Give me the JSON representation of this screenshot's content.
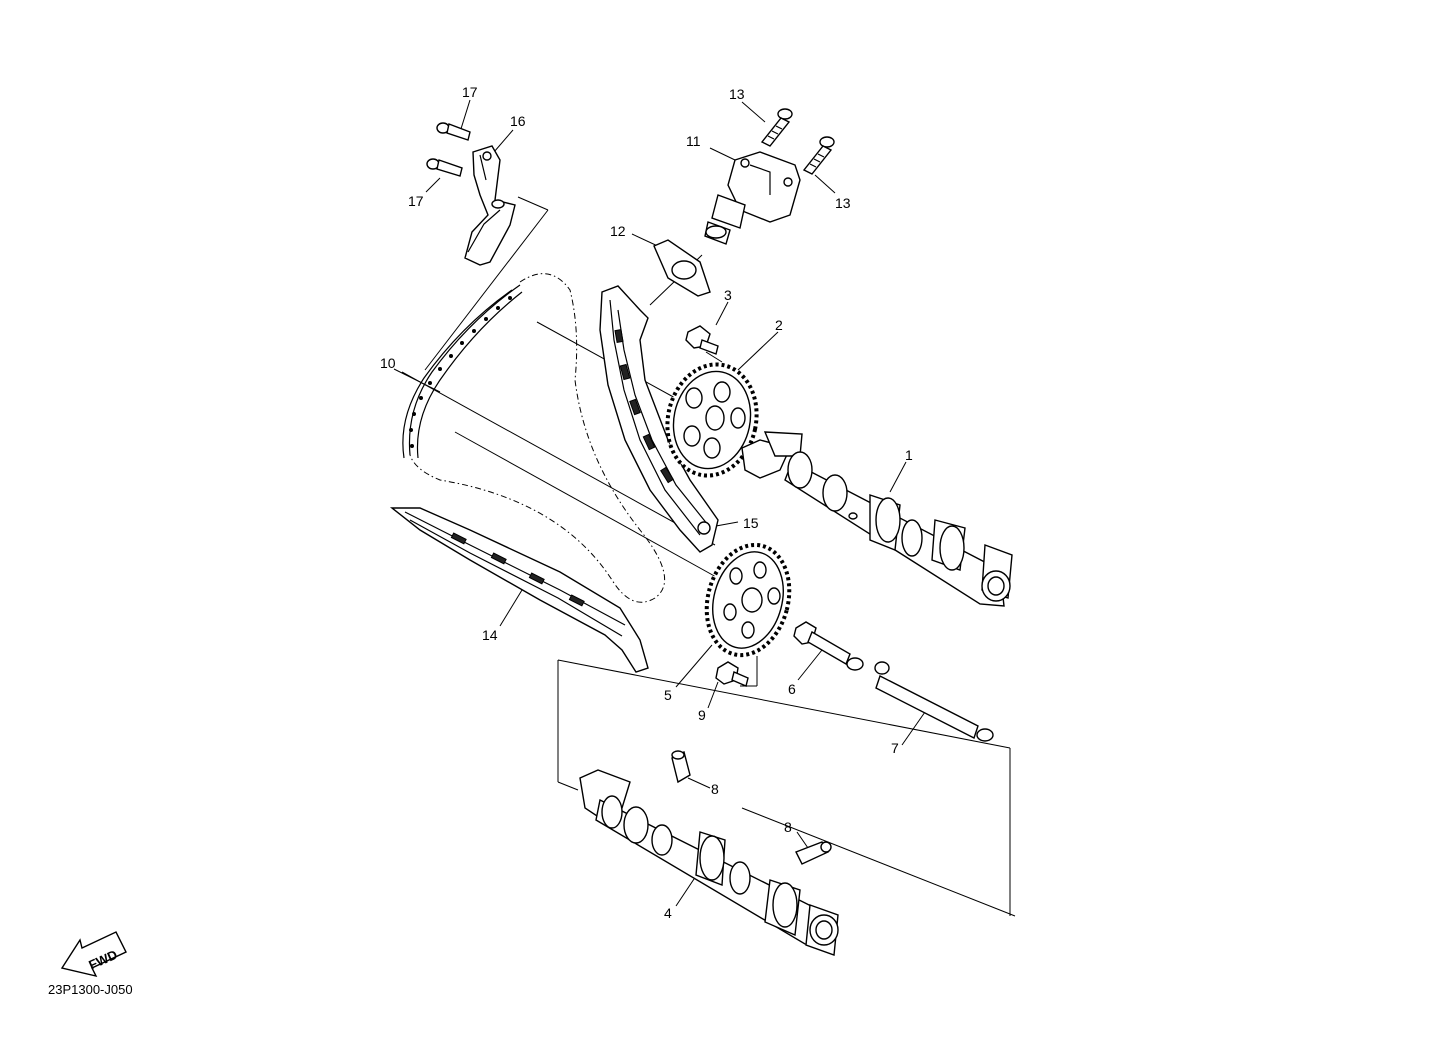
{
  "callouts": {
    "p1": "1",
    "p2": "2",
    "p3": "3",
    "p4": "4",
    "p5": "5",
    "p6": "6",
    "p7": "7",
    "p8a": "8",
    "p8b": "8",
    "p9": "9",
    "p10": "10",
    "p11": "11",
    "p12": "12",
    "p13a": "13",
    "p13b": "13",
    "p14": "14",
    "p15": "15",
    "p16": "16",
    "p17a": "17",
    "p17b": "17"
  },
  "fwd_label": "FWD",
  "diagram_code": "23P1300-J050"
}
